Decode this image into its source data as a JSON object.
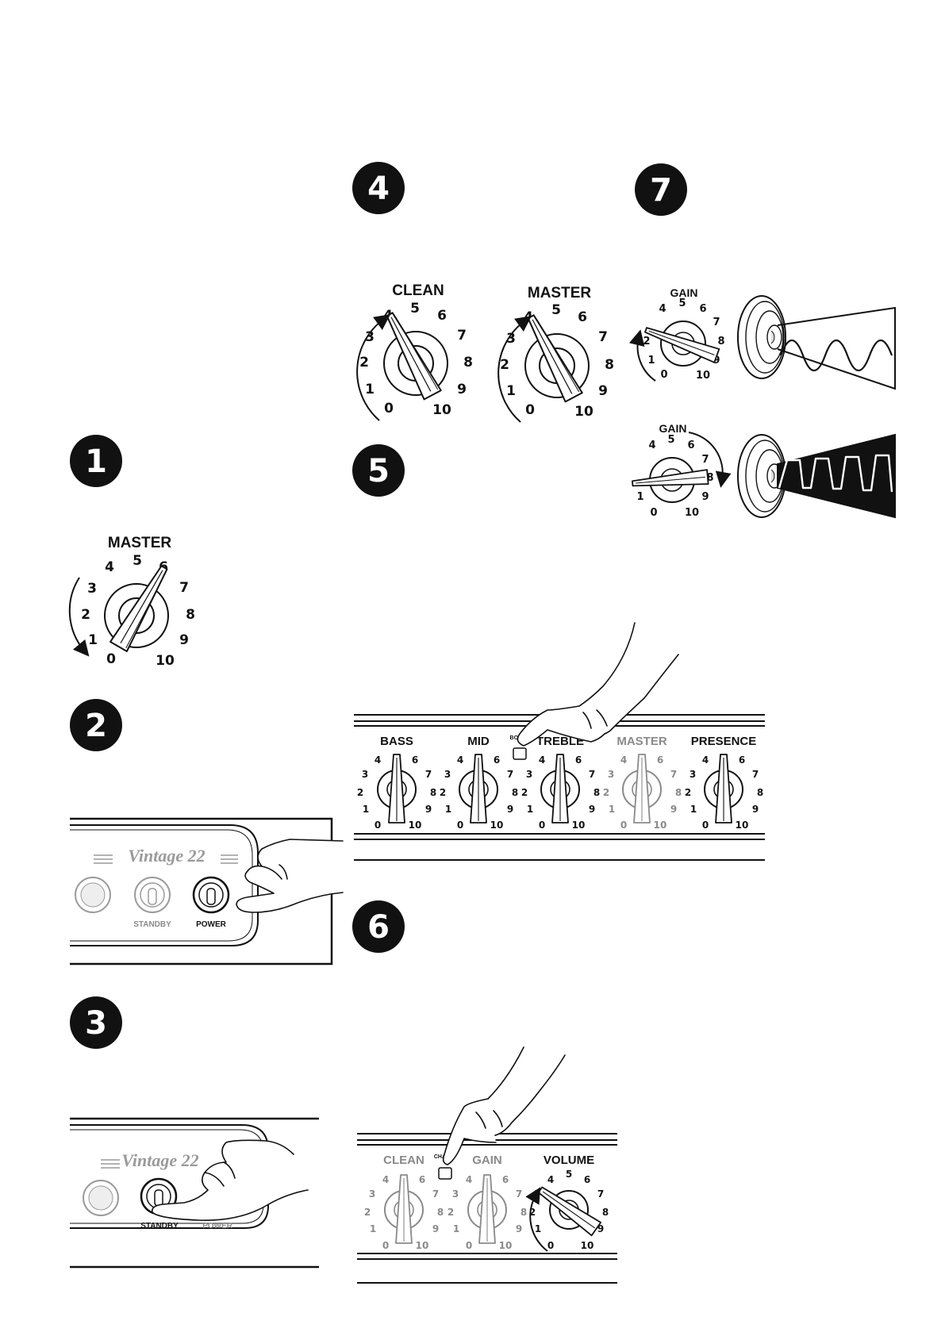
{
  "steps": {
    "s1": "1",
    "s2": "2",
    "s3": "3",
    "s4": "4",
    "s5": "5",
    "s6": "6",
    "s7": "7"
  },
  "dial_numbers": {
    "n0": "0",
    "n1": "1",
    "n2": "2",
    "n3": "3",
    "n4": "4",
    "n5": "5",
    "n6": "6",
    "n7": "7",
    "n8": "8",
    "n9": "9",
    "n10": "10"
  },
  "knob_labels": {
    "master": "MASTER",
    "clean": "CLEAN",
    "gain": "GAIN",
    "bass": "BASS",
    "mid": "MID",
    "treble": "TREBLE",
    "presence": "PRESENCE",
    "volume": "VOLUME"
  },
  "switch_labels": {
    "boost": "BOOST",
    "channel": "CHAN",
    "standby": "STANDBY",
    "power": "POWER"
  },
  "amp": {
    "brand": "Vintage 22"
  },
  "colors": {
    "ink": "#111111",
    "inactive": "#8a8a8a",
    "paper": "#ffffff"
  }
}
